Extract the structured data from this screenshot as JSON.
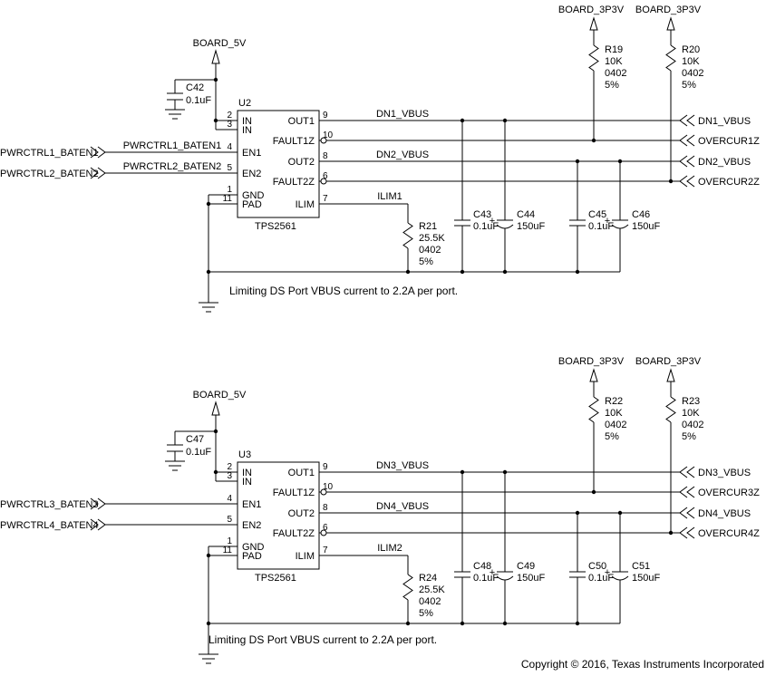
{
  "copyright": "Copyright © 2016, Texas Instruments Incorporated",
  "circuits": [
    {
      "power_rail": "BOARD_5V",
      "bypass_cap": {
        "ref": "C42",
        "value": "0.1uF"
      },
      "chip": {
        "ref": "U2",
        "part": "TPS2561",
        "pins_left": [
          {
            "num": "2",
            "name": "IN"
          },
          {
            "num": "3",
            "name": "IN"
          },
          {
            "num": "4",
            "name": "EN1"
          },
          {
            "num": "5",
            "name": "EN2"
          },
          {
            "num": "1",
            "name": "GND"
          },
          {
            "num": "11",
            "name": "PAD"
          }
        ],
        "pins_right": [
          {
            "num": "9",
            "name": "OUT1"
          },
          {
            "num": "10",
            "name": "FAULT1Z"
          },
          {
            "num": "8",
            "name": "OUT2"
          },
          {
            "num": "6",
            "name": "FAULT2Z"
          },
          {
            "num": "7",
            "name": "ILIM"
          }
        ]
      },
      "inputs": [
        {
          "label": "PWRCTRL1_BATEN1",
          "net": "PWRCTRL1_BATEN1"
        },
        {
          "label": "PWRCTRL2_BATEN2",
          "net": "PWRCTRL2_BATEN2"
        }
      ],
      "nets": {
        "out1": "DN1_VBUS",
        "out2": "DN2_VBUS",
        "ilim": "ILIM1"
      },
      "ilim_resistor": {
        "ref": "R21",
        "value": "25.5K",
        "package": "0402",
        "tolerance": "5%"
      },
      "pullup_rail_1": "BOARD_3P3V",
      "pullup_rail_2": "BOARD_3P3V",
      "pullups": [
        {
          "ref": "R19",
          "value": "10K",
          "package": "0402",
          "tolerance": "5%"
        },
        {
          "ref": "R20",
          "value": "10K",
          "package": "0402",
          "tolerance": "5%"
        }
      ],
      "output_caps": [
        {
          "ref": "C43",
          "value": "0.1uF",
          "polarity": ""
        },
        {
          "ref": "C44",
          "value": "150uF",
          "polarity": "+"
        },
        {
          "ref": "C45",
          "value": "0.1uF",
          "polarity": ""
        },
        {
          "ref": "C46",
          "value": "150uF",
          "polarity": "+"
        }
      ],
      "outputs": [
        "DN1_VBUS",
        "OVERCUR1Z",
        "DN2_VBUS",
        "OVERCUR2Z"
      ],
      "note": "Limiting DS Port VBUS current to 2.2A per port."
    },
    {
      "power_rail": "BOARD_5V",
      "bypass_cap": {
        "ref": "C47",
        "value": "0.1uF"
      },
      "chip": {
        "ref": "U3",
        "part": "TPS2561",
        "pins_left": [
          {
            "num": "2",
            "name": "IN"
          },
          {
            "num": "3",
            "name": "IN"
          },
          {
            "num": "4",
            "name": "EN1"
          },
          {
            "num": "5",
            "name": "EN2"
          },
          {
            "num": "1",
            "name": "GND"
          },
          {
            "num": "11",
            "name": "PAD"
          }
        ],
        "pins_right": [
          {
            "num": "9",
            "name": "OUT1"
          },
          {
            "num": "10",
            "name": "FAULT1Z"
          },
          {
            "num": "8",
            "name": "OUT2"
          },
          {
            "num": "6",
            "name": "FAULT2Z"
          },
          {
            "num": "7",
            "name": "ILIM"
          }
        ]
      },
      "inputs": [
        {
          "label": "PWRCTRL3_BATEN3",
          "net": ""
        },
        {
          "label": "PWRCTRL4_BATEN4",
          "net": ""
        }
      ],
      "nets": {
        "out1": "DN3_VBUS",
        "out2": "DN4_VBUS",
        "ilim": "ILIM2"
      },
      "ilim_resistor": {
        "ref": "R24",
        "value": "25.5K",
        "package": "0402",
        "tolerance": "5%"
      },
      "pullup_rail_1": "BOARD_3P3V",
      "pullup_rail_2": "BOARD_3P3V",
      "pullups": [
        {
          "ref": "R22",
          "value": "10K",
          "package": "0402",
          "tolerance": "5%"
        },
        {
          "ref": "R23",
          "value": "10K",
          "package": "0402",
          "tolerance": "5%"
        }
      ],
      "output_caps": [
        {
          "ref": "C48",
          "value": "0.1uF",
          "polarity": ""
        },
        {
          "ref": "C49",
          "value": "150uF",
          "polarity": "+"
        },
        {
          "ref": "C50",
          "value": "0.1uF",
          "polarity": ""
        },
        {
          "ref": "C51",
          "value": "150uF",
          "polarity": "+"
        }
      ],
      "outputs": [
        "DN3_VBUS",
        "OVERCUR3Z",
        "DN4_VBUS",
        "OVERCUR4Z"
      ],
      "note": "Limiting DS Port VBUS current to 2.2A per port."
    }
  ]
}
